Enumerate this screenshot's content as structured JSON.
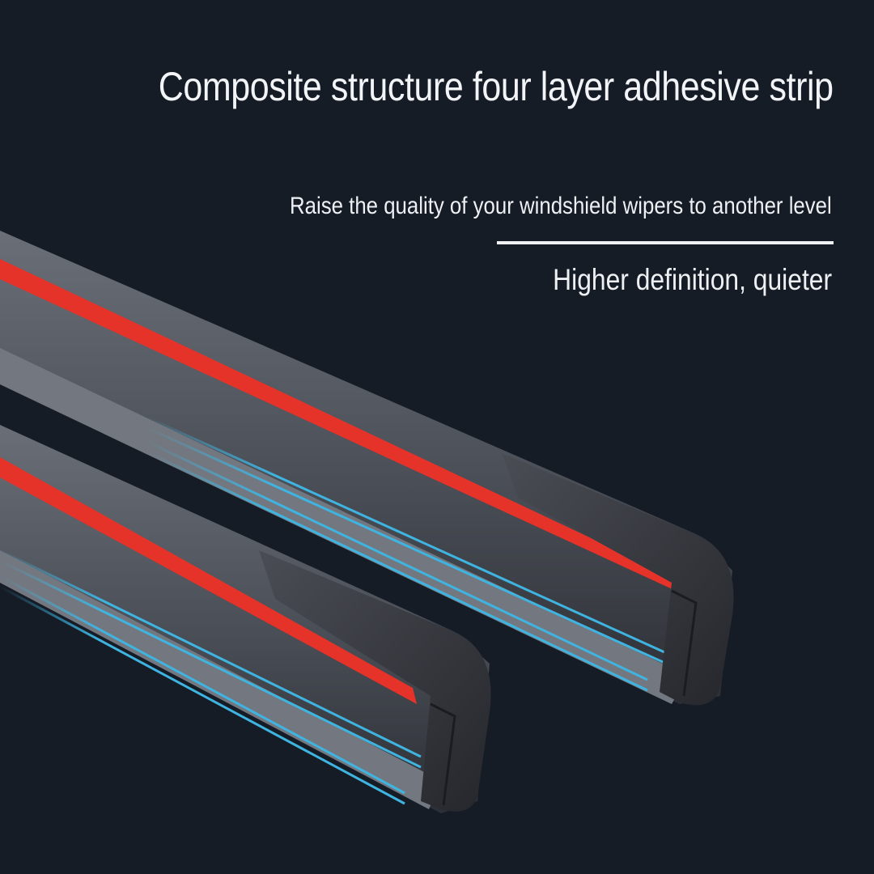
{
  "headline": "Composite structure four layer adhesive strip",
  "subline": "Raise the quality of your windshield wipers to another level",
  "tagline": "Higher definition, quieter",
  "colors": {
    "background": "#161c26",
    "blade_body": "#5a5e66",
    "blade_shadow": "#2a2d33",
    "red_strip": "#e5332a",
    "blue_layer": "#3fb4e0",
    "text": "#f2f4f7"
  },
  "product": {
    "items": [
      {
        "name": "wiper-blade-upper"
      },
      {
        "name": "wiper-blade-lower"
      }
    ]
  }
}
